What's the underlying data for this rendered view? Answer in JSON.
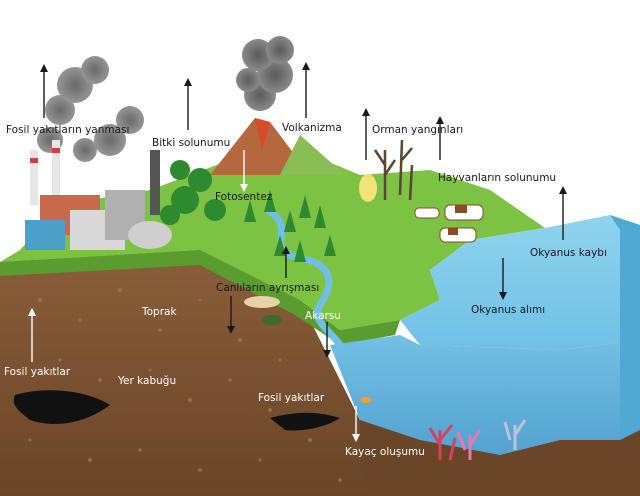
{
  "labels": {
    "fossil_burning": "Fosil yakıtların yanması",
    "plant_respiration": "Bitki solunumu",
    "volcanism": "Volkanizma",
    "forest_fires": "Orman yangınları",
    "animal_respiration": "Hayvanların solunumu",
    "photosynthesis": "Fotosentez",
    "ocean_loss": "Okyanus kaybı",
    "decomposition": "Canlıların ayrışması",
    "soil": "Toprak",
    "stream": "Akarsu",
    "ocean_uptake": "Okyanus alımı",
    "fossil_fuels_left": "Fosil yakıtlar",
    "earth_crust": "Yer kabuğu",
    "fossil_fuels_bottom": "Fosil yakıtlar",
    "rock_formation": "Kayaç oluşumu"
  },
  "colors": {
    "grass": "#7cc243",
    "grass_dark": "#5a9d2e",
    "soil": "#7a5334",
    "soil_light": "#9b6e46",
    "ocean": "#7cc6e6",
    "ocean_side": "#4fa9d3",
    "ocean_deep": "#2f8ac0",
    "smoke": "#6e6e6e",
    "mountain": "#b5673d"
  }
}
